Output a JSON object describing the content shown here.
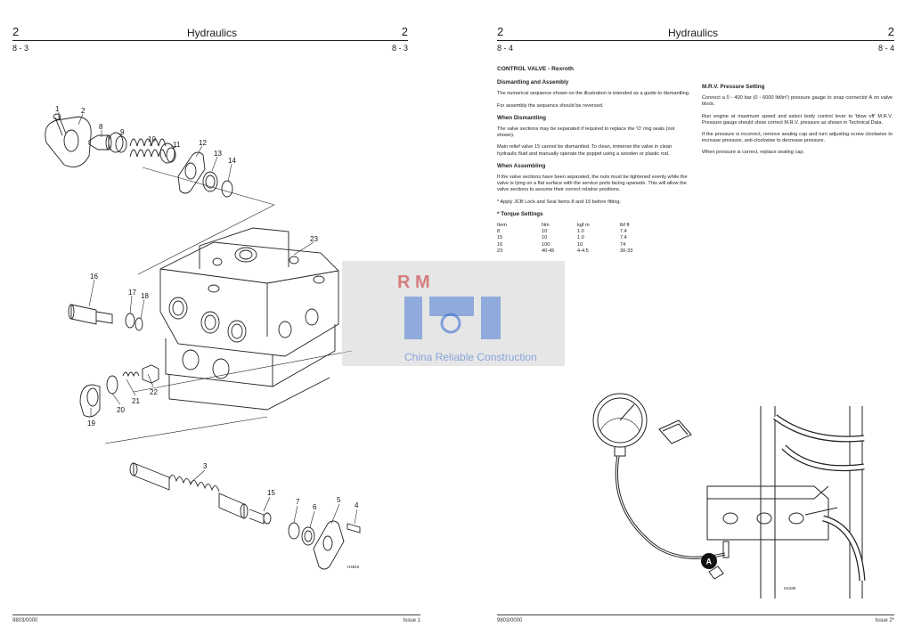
{
  "left_page": {
    "section_number": "2",
    "title": "Hydraulics",
    "section_number_right": "2",
    "page_ref_left": "8 - 3",
    "page_ref_right": "8 - 3",
    "footer_code": "9803/0000",
    "footer_issue": "Issue 1",
    "illustration_ref": "H4910",
    "callouts": [
      "1",
      "2",
      "8",
      "9",
      "10",
      "11",
      "12",
      "13",
      "14",
      "23",
      "16",
      "17",
      "18",
      "21",
      "22",
      "20",
      "19",
      "3",
      "15",
      "7",
      "6",
      "5",
      "4"
    ]
  },
  "right_page": {
    "section_number": "2",
    "title": "Hydraulics",
    "section_number_right": "2",
    "page_ref_left": "8 - 4",
    "page_ref_right": "8 - 4",
    "footer_code": "9803/0000",
    "footer_issue": "Issue 2*",
    "illustration_ref": "H4190",
    "callout_a": "A",
    "main_heading": "CONTROL VALVE - Rexroth",
    "dismantling_heading": "Dismantling and Assembly",
    "dismantling_p1": "The numerical sequence shown on the illustration is intended as a guide to dismantling.",
    "dismantling_p2": "For assembly the sequence should be reversed.",
    "when_dismantling_heading": "When Dismantling",
    "when_dismantling_p1": "The valve sections may be separated if required to replace the 'O' ring seals (not shown).",
    "when_dismantling_p2": "Main relief valve 15 cannot be dismantled. To clean, immerse the valve in clean hydraulic fluid and manually operate the poppet using a wooden or plastic rod.",
    "when_assembling_heading": "When Assembling",
    "when_assembling_p1": "If the valve sections have been separated, the nuts must be tightened evenly while the valve is lying on a flat surface with the service ports facing upwards. This will allow the valve sections to assume their correct relative positions.",
    "when_assembling_p2": "* Apply JCB Lock and Seal Items 8 and 15 before fitting.",
    "torque_heading": "* Torque Settings",
    "torque_table": {
      "headers": [
        "Item",
        "Nm",
        "kgf m",
        "lbf ft"
      ],
      "rows": [
        [
          "8",
          "10",
          "1.0",
          "7.4"
        ],
        [
          "15",
          "10",
          "1.0",
          "7.4"
        ],
        [
          "16",
          "100",
          "10",
          "74"
        ],
        [
          "23",
          "40-45",
          "4-4.5",
          "30-33"
        ]
      ]
    },
    "mrv_heading": "M.R.V. Pressure Setting",
    "mrv_p1": "Connect a 0 - 400 bar (0 - 6000 lbf/in²) pressure gauge to snap connector A on valve block.",
    "mrv_p2": "Run engine at maximum speed and select body control lever to 'blow off' M.R.V. Pressure gauge should show correct M.R.V. pressure as shown in Technical Data.",
    "mrv_p3": "If the pressure is incorrect, remove sealing cap and turn adjusting screw clockwise to increase pressure, anti-clockwise to decrease pressure.",
    "mrv_p4": "When pressure is correct, replace sealing cap."
  },
  "watermark": {
    "text": "China Reliable Construction",
    "letters": "R M",
    "color": "#3a6fd0"
  }
}
